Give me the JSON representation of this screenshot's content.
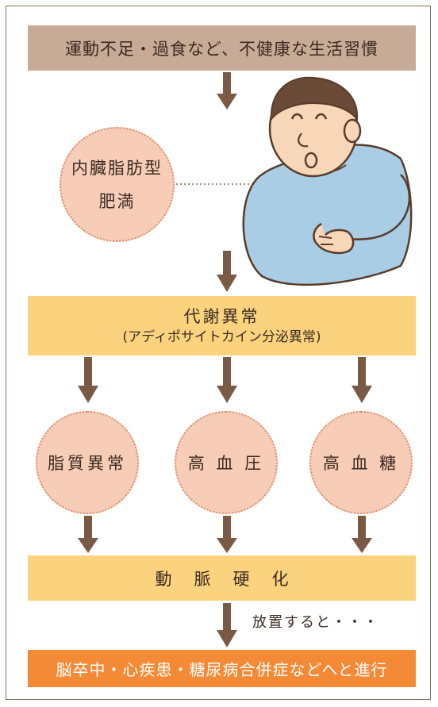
{
  "top": {
    "text": "運動不足・過食など、不健康な生活習慣"
  },
  "obesity": {
    "line1": "内臓脂肪型",
    "line2": "肥満"
  },
  "metabolic": {
    "title": "代謝異常",
    "subtitle": "(アディポサイトカイン分泌異常)"
  },
  "conditions": [
    {
      "label": "脂質異常"
    },
    {
      "label": "高 血 圧"
    },
    {
      "label": "高 血 糖"
    }
  ],
  "atherosclerosis": {
    "text": "動脈硬化"
  },
  "note": {
    "text": "放置すると・・・"
  },
  "final": {
    "text": "脳卒中・心疾患・糖尿病合併症などへと進行"
  },
  "colors": {
    "top_box": "#c8ab97",
    "yellow_box": "#fbd37e",
    "final_box": "#f48a36",
    "circle_fill": "#f8cdb7",
    "arrow": "#7a5a45"
  },
  "icons": {
    "person": "overweight-man-illustration"
  }
}
